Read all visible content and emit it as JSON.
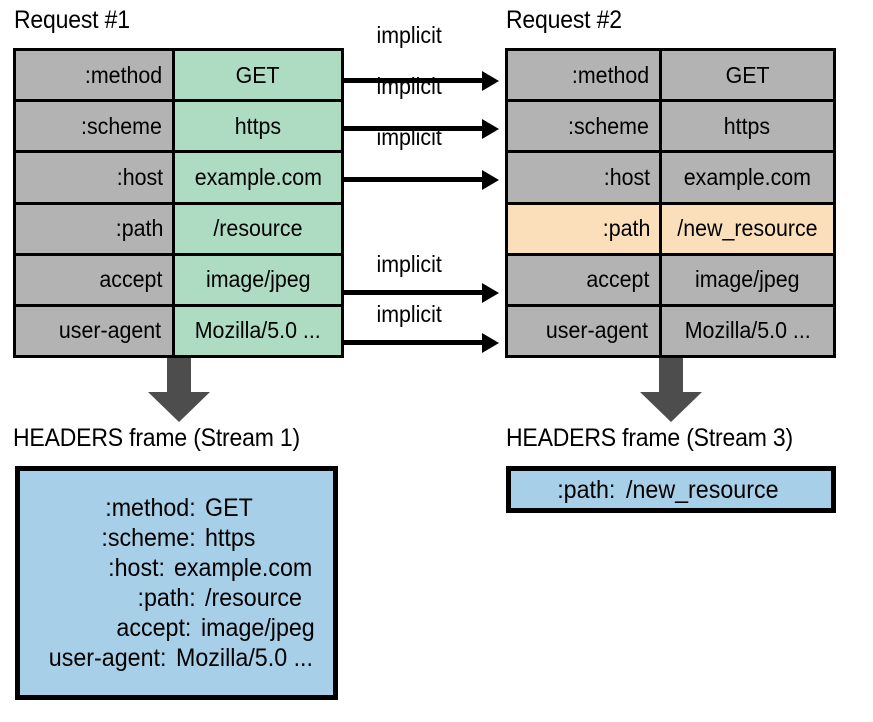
{
  "diagram": {
    "title": "HTTP/2 header compression: implicit header reuse across requests",
    "colors": {
      "header_name_bg": "#b3b3b3",
      "request1_value_bg": "#addcc3",
      "changed_bg": "#fbdfbb",
      "frame_bg": "#a8cfe8",
      "arrow_fill": "#4d4d4d",
      "stroke": "#000000"
    }
  },
  "request1": {
    "caption": "Request #1",
    "rows": [
      {
        "name": ":method",
        "value": "GET",
        "changed": false
      },
      {
        "name": ":scheme",
        "value": "https",
        "changed": false
      },
      {
        "name": ":host",
        "value": "example.com",
        "changed": false
      },
      {
        "name": ":path",
        "value": "/resource",
        "changed": false
      },
      {
        "name": "accept",
        "value": "image/jpeg",
        "changed": false
      },
      {
        "name": "user-agent",
        "value": "Mozilla/5.0 ...",
        "changed": false
      }
    ]
  },
  "request2": {
    "caption": "Request #2",
    "rows": [
      {
        "name": ":method",
        "value": "GET",
        "changed": false
      },
      {
        "name": ":scheme",
        "value": "https",
        "changed": false
      },
      {
        "name": ":host",
        "value": "example.com",
        "changed": false
      },
      {
        "name": ":path",
        "value": "/new_resource",
        "changed": true
      },
      {
        "name": "accept",
        "value": "image/jpeg",
        "changed": false
      },
      {
        "name": "user-agent",
        "value": "Mozilla/5.0 ...",
        "changed": false
      }
    ]
  },
  "implicit_arrows": [
    {
      "label": "implicit",
      "from_row": ":method"
    },
    {
      "label": "implicit",
      "from_row": ":scheme"
    },
    {
      "label": "implicit",
      "from_row": ":host"
    },
    {
      "label": "implicit",
      "from_row": "accept"
    },
    {
      "label": "implicit",
      "from_row": "user-agent"
    }
  ],
  "frame1": {
    "caption": "HEADERS frame (Stream 1)",
    "lines": [
      {
        "key": ":method:",
        "value": "GET"
      },
      {
        "key": ":scheme:",
        "value": "https"
      },
      {
        "key": ":host:",
        "value": "example.com"
      },
      {
        "key": ":path:",
        "value": "/resource"
      },
      {
        "key": "accept:",
        "value": "image/jpeg"
      },
      {
        "key": "user-agent:",
        "value": "Mozilla/5.0 ..."
      }
    ]
  },
  "frame2": {
    "caption": "HEADERS frame (Stream 3)",
    "lines": [
      {
        "key": ":path:",
        "value": "/new_resource"
      }
    ]
  }
}
